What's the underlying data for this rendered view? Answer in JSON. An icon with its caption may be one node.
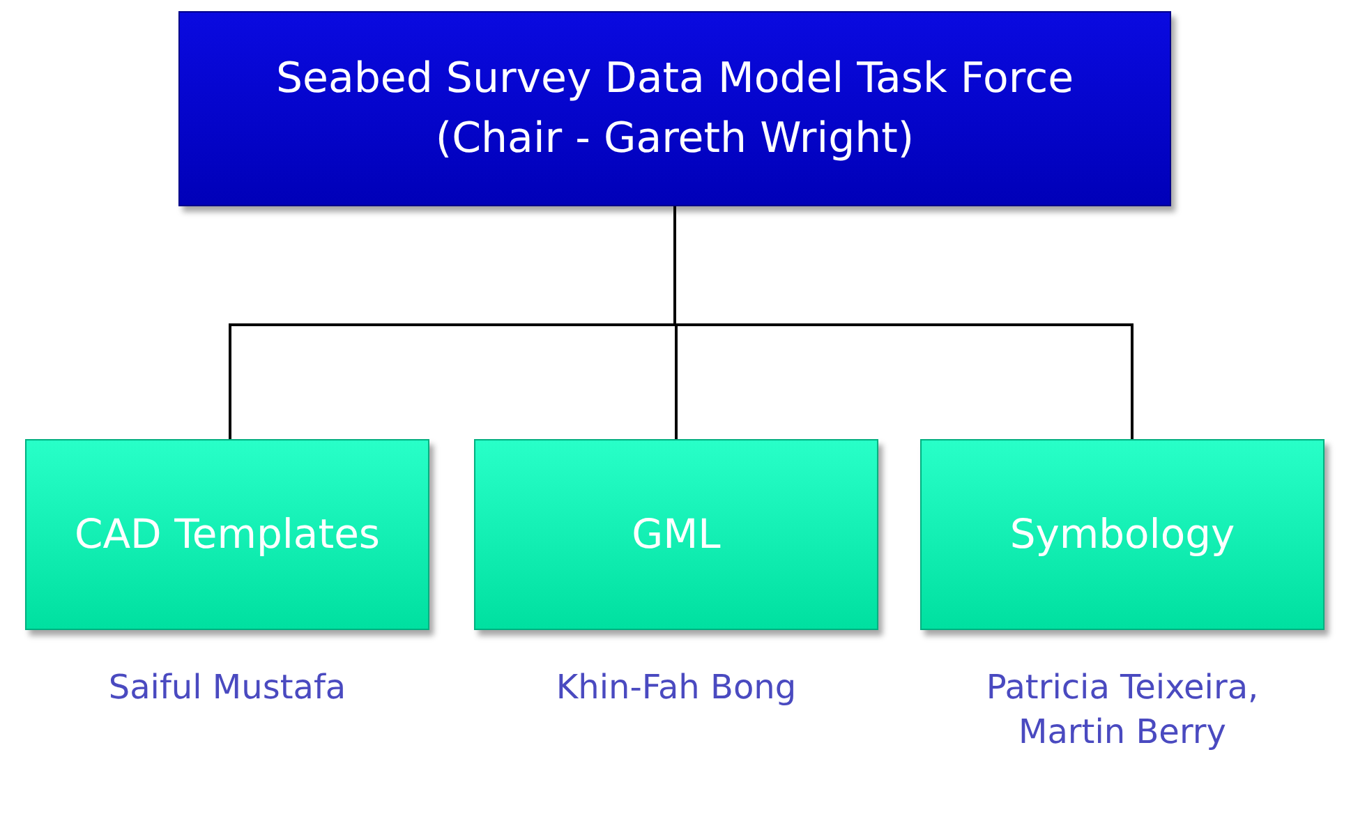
{
  "diagram": {
    "nodes": [
      {
        "text": [
          "Seabed Survey Data Model Task Force (Chair - Gareth Wright)"
        ]
      },
      {
        "text": [
          "CAD Templates"
        ],
        "beside": [
          "Saiful Mustafa"
        ]
      },
      {
        "text": [
          "GML"
        ],
        "beside": [
          "Khin-Fah Bong"
        ]
      },
      {
        "text": [
          "Symbology"
        ],
        "beside": [
          "Patricia Teixeira, Martin Berry"
        ]
      }
    ],
    "edges": [
      {
        "from": 0,
        "to": 1,
        "arrow": "none"
      },
      {
        "from": 0,
        "to": 2,
        "arrow": "none"
      },
      {
        "from": 0,
        "to": 3,
        "arrow": "none"
      }
    ]
  }
}
